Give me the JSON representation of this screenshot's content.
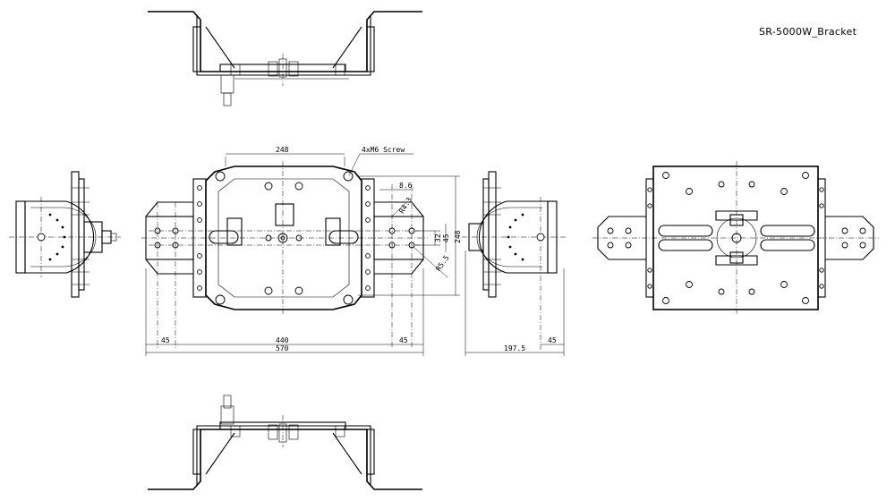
{
  "title": "SR-5000W_Bracket",
  "dimensions": {
    "width_248": "248",
    "screw_note": "4xM6 Screw",
    "d_8_6": "8.6",
    "r_4_3": "R4.3",
    "d_45_right": "45",
    "d_32": "32",
    "d_248_vert": "248",
    "r_85_5": "R5.5",
    "d_45_left": "45",
    "d_440": "440",
    "d_45_mid": "45",
    "d_570": "570",
    "d_197_5": "197.5",
    "d_45_side": "45"
  }
}
